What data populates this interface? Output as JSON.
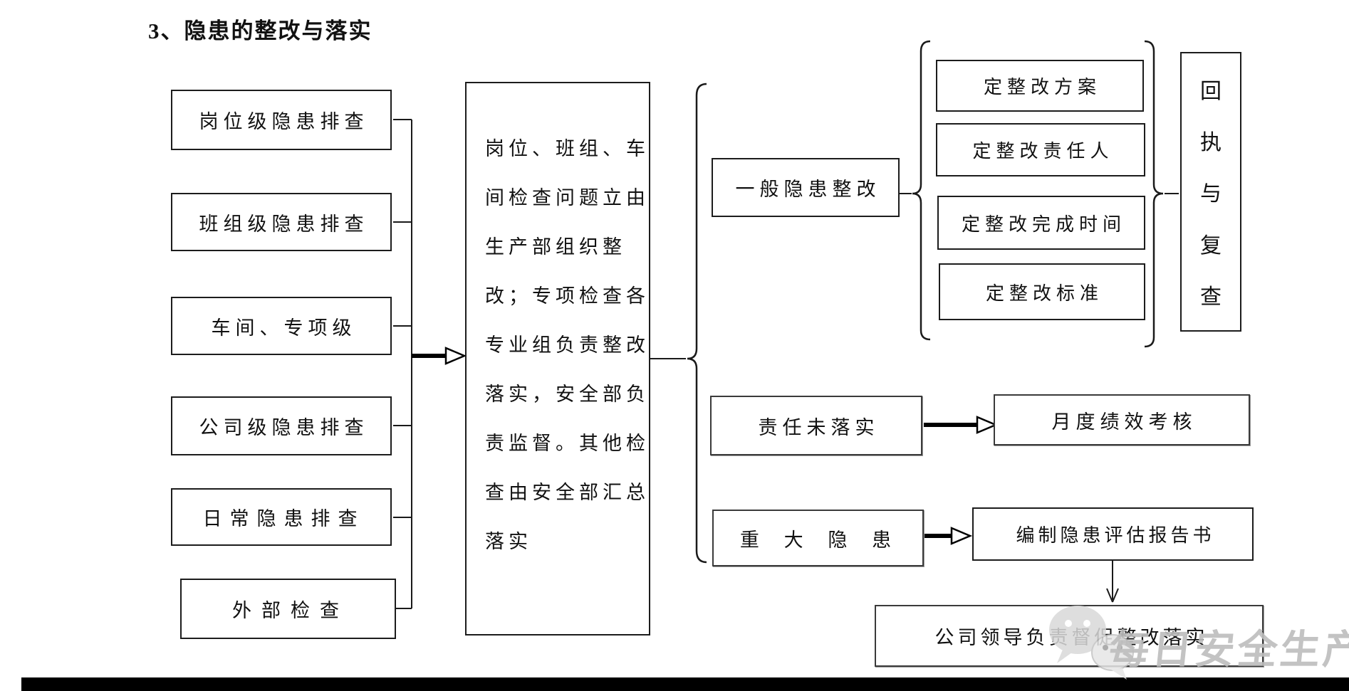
{
  "title": "3、隐患的整改与落实",
  "left_column": {
    "boxes": [
      "岗位级隐患排查",
      "班组级隐患排查",
      "车间、专项级",
      "公司级隐患排查",
      "日常隐患排查",
      "外部检查"
    ]
  },
  "center_box": {
    "lines": [
      "岗位、班组、车",
      "间检查问题立由",
      "生产部组织整",
      "改；专项检查各",
      "专业组负责整改",
      "落实，安全部负",
      "责监督。其他检",
      "查由安全部汇总",
      "落实"
    ]
  },
  "general_branch": {
    "label": "一般隐患整改",
    "measures": [
      "定整改方案",
      "定整改责任人",
      "定整改完成时间",
      "定整改标准"
    ],
    "receipt_chars": [
      "回",
      "执",
      "与",
      "复",
      "查"
    ]
  },
  "unfulfilled_branch": {
    "label": "责任未落实",
    "action": "月度绩效考核"
  },
  "major_branch": {
    "label": "重 大 隐 患",
    "action": "编制隐患评估报告书",
    "followup": "公司领导负责督促整改落实"
  },
  "watermark": {
    "text": "每日安全生产",
    "icon": "wechat-icon"
  },
  "colors": {
    "line": "#1a1a1a",
    "watermark": "#bdbdbd",
    "background": "#ffffff"
  }
}
